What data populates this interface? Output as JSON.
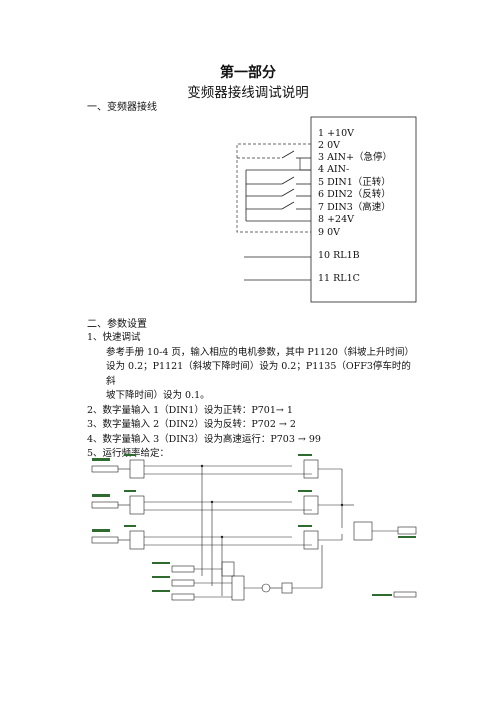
{
  "title": "第一部分",
  "subtitle": "变频器接线调试说明",
  "section1": {
    "heading": "一、变频器接线"
  },
  "wiring": {
    "terminals": [
      "1  +10V",
      "2     0V",
      "3  AIN+（急停）",
      "4  AIN-",
      "5  DIN1（正转）",
      "6  DIN2（反转）",
      "7  DIN3（高速）",
      "8  +24V",
      "9      0V",
      "10 RL1B",
      "11 RL1C"
    ]
  },
  "section2": {
    "heading": "二、参数设置",
    "items": [
      {
        "title": "1、快速调试",
        "lines": [
          "参考手册 10-4 页，输入相应的电机参数，其中 P1120（斜坡上升时间）",
          "设为 0.2；P1121（斜坡下降时间）设为 0.2；P1135（OFF3停车时的斜",
          "坡下降时间）设为 0.1。"
        ]
      },
      {
        "title": "2、数字量输入 1（DIN1）设为正转：P701→ 1"
      },
      {
        "title": "3、数字量输入 2（DIN2）设为反转：P702 → 2"
      },
      {
        "title": "4、数字量输入 3（DIN3）设为高速运行：P703 → 99"
      },
      {
        "title": "5、运行频率给定："
      }
    ]
  },
  "colors": {
    "text": "#111111",
    "diagram_line": "#222222",
    "dashed": "#333333",
    "diagram_green": "#2e6b2e"
  }
}
